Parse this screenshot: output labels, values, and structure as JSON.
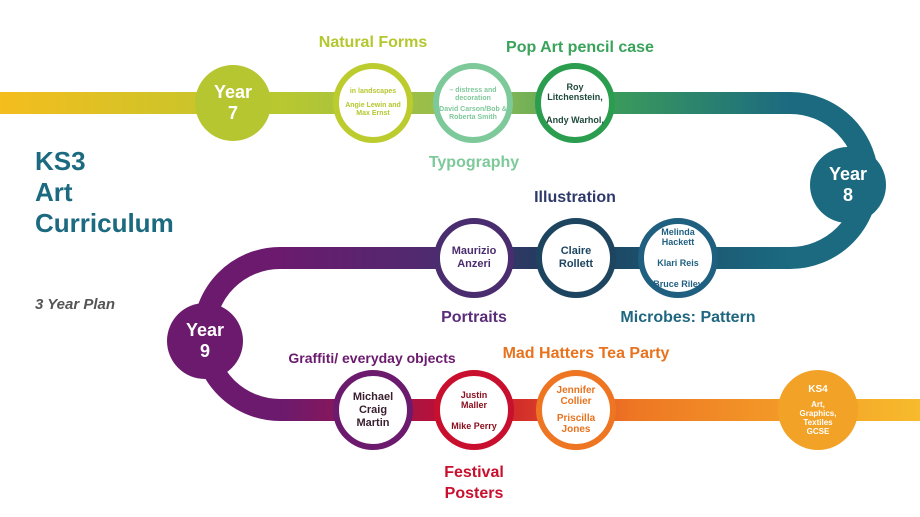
{
  "title": [
    "KS3",
    "Art",
    "Curriculum"
  ],
  "subtitle": "3 Year Plan",
  "years": {
    "y7": [
      "Year",
      "7"
    ],
    "y8": [
      "Year",
      "8"
    ],
    "y9": [
      "Year",
      "9"
    ]
  },
  "year7": {
    "natural_forms": {
      "label": "Natural Forms",
      "lines": [
        "in landscapes",
        "Angie Lewin and Max Ernst"
      ]
    },
    "typography": {
      "label": "Typography",
      "lines": [
        "– distress and decoration",
        "David Carson/Bob & Roberta Smith"
      ]
    },
    "pop_art": {
      "label": "Pop Art pencil case",
      "lines": [
        "Roy Litchenstein,",
        "Andy Warhol,"
      ]
    }
  },
  "year8": {
    "portraits": {
      "label": "Portraits",
      "lines": [
        "Maurizio Anzeri"
      ]
    },
    "illustration": {
      "label": "Illustration",
      "lines": [
        "Claire Rollett"
      ]
    },
    "microbes": {
      "label": "Microbes: Pattern",
      "lines": [
        "Melinda Hackett",
        "Klari Reis",
        "Bruce Riley"
      ]
    }
  },
  "year9": {
    "graffiti": {
      "label": "Graffiti/ everyday objects",
      "lines": [
        "Michael Craig Martin"
      ]
    },
    "festival": {
      "label": "Festival Posters",
      "lines": [
        "Justin Maller",
        "Mike Perry"
      ]
    },
    "mad_hatters": {
      "label": "Mad Hatters Tea Party",
      "lines": [
        "Jennifer Collier",
        "Priscilla Jones"
      ]
    }
  },
  "ks4": {
    "title": "KS4",
    "text": "Art, Graphics, Textiles GCSE"
  },
  "colors": {
    "teal": "#1b6a80",
    "lime": "#b6c630",
    "purple": "#6b1a6e",
    "red": "#c8102e",
    "orange": "#ee7623",
    "yellow": "#f2a226"
  }
}
